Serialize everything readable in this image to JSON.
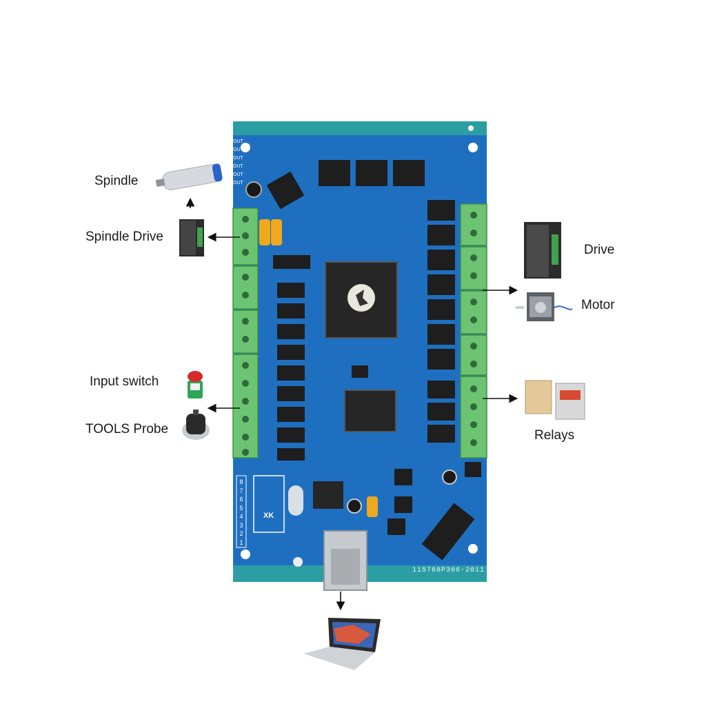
{
  "diagram": {
    "labels": {
      "spindle": "Spindle",
      "spindle_drive": "Spindle Drive",
      "drive": "Drive",
      "motor": "Motor",
      "input_switch": "Input switch",
      "tools_probe": "TOOLS Probe",
      "relays": "Relays"
    },
    "board": {
      "pcb_code": "115768P306-2011",
      "logo_text": "XK",
      "io_numbers": [
        "1",
        "2",
        "3",
        "4",
        "5",
        "6",
        "7",
        "8"
      ],
      "top_pins": [
        "OUT",
        "OUT",
        "OUT",
        "OUT",
        "OUT",
        "OUT"
      ]
    },
    "colors": {
      "board": "#1f6fc0",
      "board_edge": "#2f9aa2",
      "terminal": "#6cc472",
      "chip": "#1e1e1e"
    },
    "icons": [
      "spindle-motor-icon",
      "drive-module-icon",
      "stepper-motor-icon",
      "relay-icon",
      "push-button-icon",
      "rotary-probe-icon",
      "laptop-icon",
      "usb-connector-icon"
    ]
  }
}
